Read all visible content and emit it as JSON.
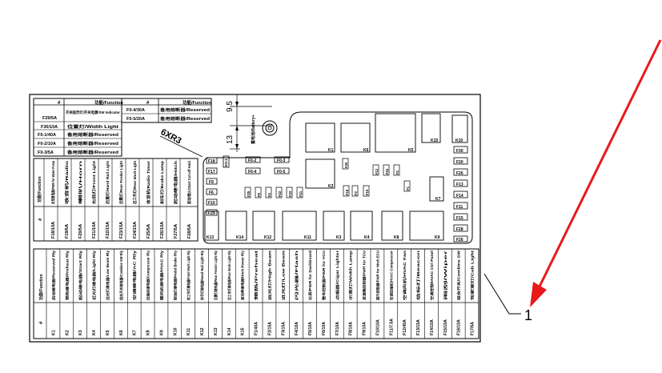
{
  "callout": {
    "number": "1",
    "arrow_color": "#e8191b"
  },
  "label": {
    "top_table": {
      "headers": [
        "#",
        "功能/Function",
        "#",
        "功能/Function"
      ],
      "rows_left": [
        [
          "F29/5A",
          "开关指示灯/开关电源/SW Indicator"
        ],
        [
          "F30/10A",
          "位置灯/Width Light"
        ],
        [
          "F0-1/40A",
          "备用熔断器/Reserved"
        ],
        [
          "F0-2/10A",
          "备用熔断器/Reserved"
        ],
        [
          "F0-3/5A",
          "备用熔断器/Reserved"
        ]
      ],
      "rows_right": [
        [
          "F0-4/30A",
          "备用熔断器/Reserved"
        ],
        [
          "F0-5/20A",
          "备用熔断器/Reserved"
        ]
      ]
    },
    "dims": {
      "d1": "9.5",
      "d2": "13",
      "hole": "6XR3",
      "battery": "蓄电池/Battery+"
    },
    "fuse_col": [
      "F18",
      "F17",
      "F9",
      "F6",
      "F10",
      "F29"
    ],
    "fuse_small": [
      "K5-1",
      "F0-2",
      "F0-3",
      "F0-4",
      "F0-5"
    ],
    "fuse_mid": [
      "F25",
      "F8",
      "F4",
      "F22",
      "F23",
      "F21",
      "F30",
      "F12",
      "F24",
      "F2",
      "F1",
      "F16",
      "F3",
      "F19"
    ],
    "fuse_right": [
      "F30",
      "F20",
      "F26",
      "F13",
      "F14",
      "F11",
      "F15",
      "F28",
      "F26"
    ],
    "relays": [
      "K13",
      "K14",
      "K12",
      "K11",
      "K3",
      "K4",
      "K8",
      "K9",
      "K1",
      "K2",
      "K6",
      "K7",
      "K10",
      "K15",
      "K5"
    ],
    "mid_table": {
      "headers": [
        "#",
        "功能/Function"
      ],
      "entries": [
        [
          "F18/10A",
          "水泵继电器/PWR for Water Pump"
        ],
        [
          "F19/5A",
          "收音机/Radio"
        ],
        [
          "F20/5A",
          "喇叭/Horn"
        ],
        [
          "F21/10A",
          "右前灯/Front Light"
        ],
        [
          "F22/15A",
          "后置灯/Hand Rail Light"
        ],
        [
          "F23/15A",
          "后雾灯/Rear Fender Light"
        ],
        [
          "F24/15A",
          "后工作灯/Rear Work Light"
        ],
        [
          "F25/5A",
          "收音机/Radio Timer"
        ],
        [
          "F26/10A",
          "刹车灯/Brake Lamp"
        ],
        [
          "F27/5A",
          "起动继电器/Hitch"
        ],
        [
          "F28/5A",
          "起动/熄火/Start Cut-off Hold"
        ]
      ]
    },
    "bottom_table": {
      "headers": [
        "#",
        "功能/Function"
      ],
      "entries": [
        [
          "K1",
          "启动继电器/Reserved Rly"
        ],
        [
          "K2",
          "预热继电器/Preheat Rly"
        ],
        [
          "K3",
          "起动继电器/Start Rly"
        ],
        [
          "K4",
          "近光灯继电器/Light Rly"
        ],
        [
          "K5",
          "远光灯继电器/Low Beam Rly"
        ],
        [
          "K6",
          "组合开关继电器/Combine SW Rly"
        ],
        [
          "K7",
          "空调继电器/AC Rly"
        ],
        [
          "K8",
          "压缩机继电器/Compressor Rly"
        ],
        [
          "K9",
          "暖风机继电器/HVAC Rly"
        ],
        [
          "K10",
          "制动灯继电器/Pedal Brake Rly"
        ],
        [
          "K11",
          "前工作灯继电器/Front Work Light Rly"
        ],
        [
          "K12",
          "扶手灯继电器/Hand Rail Light Rly"
        ],
        [
          "K13",
          "后雾灯继电器/Rear Fender Light Rly"
        ],
        [
          "K14",
          "后工作灯继电器/Rear Work Light Rly"
        ],
        [
          "K15",
          "高功率继电器/Hitch Power Rly"
        ],
        [
          "F1/40A",
          "预热/Preheat"
        ],
        [
          "F2/15A",
          "远光灯/High Beam"
        ],
        [
          "F3/15A",
          "近光灯/Low Beam"
        ],
        [
          "F4/10A",
          "闪光器/Flash"
        ],
        [
          "F5/10A",
          "仪表/PWR for Dashboard"
        ],
        [
          "F6/10A",
          "整车控制器/PWR for VCU"
        ],
        [
          "F7/10A",
          "点烟器/Cigar Lighter"
        ],
        [
          "F8/10A",
          "示宽灯/Width Lamp"
        ],
        [
          "F9/10A",
          "变速箱控制器/PWR for TCU"
        ],
        [
          "F10/10A",
          "提升控制器/PWR for Hitch ECU"
        ],
        [
          "F11/7.5A",
          "空调压缩机/HVAC Compressor"
        ],
        [
          "F12/40A",
          "空调风机/HVAC Fan"
        ],
        [
          "F13/15A",
          "信标灯/Beacon"
        ],
        [
          "F14/10A",
          "空调控制/HVAC Ctrl Panel"
        ],
        [
          "F15/10A",
          "雨刮/Wiper"
        ],
        [
          "F16/10A",
          "组合开关/Combine SW"
        ],
        [
          "F17/5A",
          "驾驶室灯/Cab Light"
        ]
      ]
    }
  }
}
